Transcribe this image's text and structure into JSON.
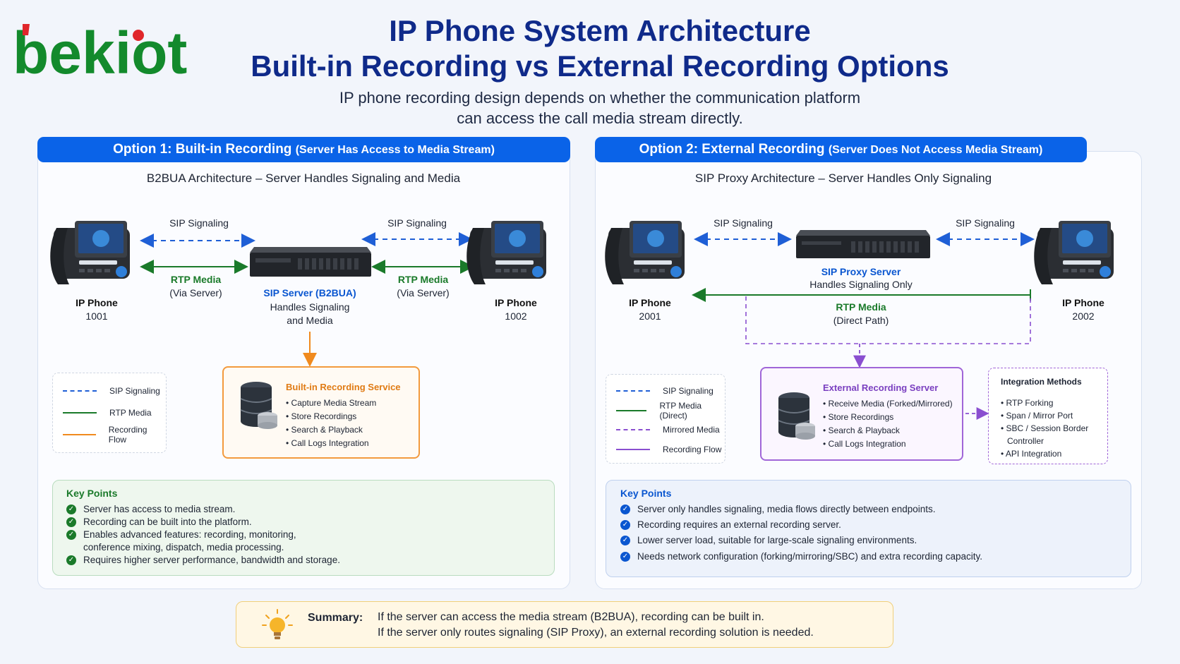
{
  "logo": {
    "text": "bekiot",
    "color": "#138a2c",
    "accent": "#e0262a"
  },
  "header": {
    "title_line1": "IP Phone System Architecture",
    "title_line2": "Built-in Recording vs External Recording Options",
    "subtitle_line1": "IP phone recording design depends on whether the communication platform",
    "subtitle_line2": "can access the call media stream directly."
  },
  "option1": {
    "heading": "Option 1: Built-in Recording",
    "heading_note": "(Server Has Access to Media Stream)",
    "architecture": "B2BUA Architecture – Server Handles Signaling and Media",
    "sip_left": "SIP Signaling",
    "sip_right": "SIP Signaling",
    "rtp_left": "RTP Media",
    "rtp_left_note": "(Via Server)",
    "rtp_right": "RTP Media",
    "rtp_right_note": "(Via Server)",
    "phone_left_name": "IP Phone",
    "phone_left_num": "1001",
    "phone_right_name": "IP Phone",
    "phone_right_num": "1002",
    "server_name": "SIP Server (B2BUA)",
    "server_desc1": "Handles Signaling",
    "server_desc2": "and Media",
    "legend": [
      "SIP Signaling",
      "RTP Media",
      "Recording Flow"
    ],
    "recording": {
      "title": "Built-in Recording Service",
      "items": [
        "• Capture Media Stream",
        "• Store Recordings",
        "• Search & Playback",
        "• Call Logs Integration"
      ]
    },
    "key_points": {
      "title": "Key Points",
      "items": [
        "Server has access to media stream.",
        "Recording can be built into the platform.",
        "Enables advanced features: recording, monitoring,",
        "conference mixing, dispatch, media processing.",
        "Requires higher server performance, bandwidth and storage."
      ]
    }
  },
  "option2": {
    "heading": "Option 2: External Recording",
    "heading_note": "(Server Does Not Access Media Stream)",
    "architecture": "SIP Proxy Architecture – Server Handles Only Signaling",
    "sip_left": "SIP Signaling",
    "sip_right": "SIP Signaling",
    "phone_left_name": "IP Phone",
    "phone_left_num": "2001",
    "phone_right_name": "IP Phone",
    "phone_right_num": "2002",
    "server_name": "SIP Proxy Server",
    "server_desc": "Handles Signaling Only",
    "rtp": "RTP Media",
    "rtp_note": "(Direct Path)",
    "legend": [
      "SIP Signaling",
      "RTP Media (Direct)",
      "Mirrored Media",
      "Recording Flow"
    ],
    "recording": {
      "title": "External Recording Server",
      "items": [
        "• Receive Media (Forked/Mirrored)",
        "• Store Recordings",
        "• Search & Playback",
        "• Call Logs Integration"
      ]
    },
    "integration": {
      "title": "Integration Methods",
      "items": [
        "• RTP Forking",
        "• Span / Mirror Port",
        "• SBC / Session Border",
        "Controller",
        "• API Integration"
      ]
    },
    "key_points": {
      "title": "Key Points",
      "items": [
        "Server only handles signaling, media flows directly between endpoints.",
        "Recording requires an external recording server.",
        "Lower server load, suitable for large-scale signaling environments.",
        "Needs network configuration (forking/mirroring/SBC) and extra recording capacity."
      ]
    }
  },
  "summary": {
    "label": "Summary:",
    "line1": "If the server can access the media stream (B2BUA), recording can be built in.",
    "line2": "If the server only routes signaling (SIP Proxy), an external recording solution is needed."
  },
  "colors": {
    "sip": "#1f5fd6",
    "rtp": "#1a7a2a",
    "recording_orange": "#f08a1e",
    "mirrored": "#8a4fd0",
    "header_blue": "#0a63e8"
  }
}
